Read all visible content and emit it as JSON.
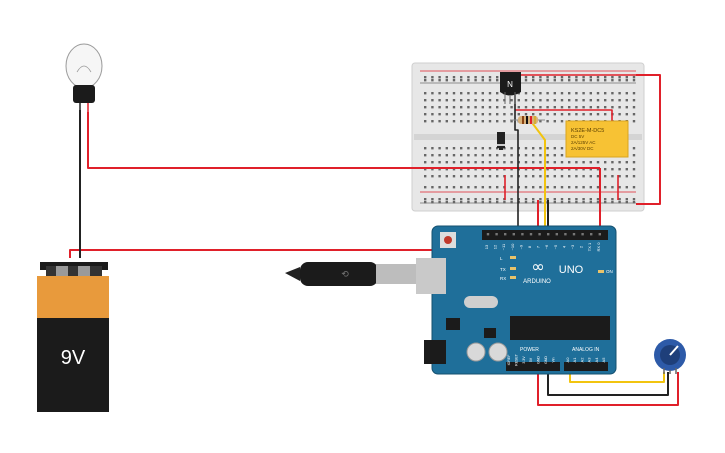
{
  "battery": {
    "label": "9V"
  },
  "transistor": {
    "label": "N"
  },
  "relay": {
    "label_lines": [
      "KS2E-M-DC5",
      "DC 5V",
      "2A/125V AC",
      "2A/30V DC"
    ]
  },
  "arduino": {
    "brand": "ARDUINO",
    "model": "UNO",
    "power_header": "POWER",
    "analog_header": "ANALOG IN",
    "tx_label": "TX",
    "rx_label": "RX",
    "l_label": "L",
    "on_label": "ON",
    "digital_pins": [
      "13",
      "12",
      "~11",
      "~10",
      "~9",
      "8",
      "7",
      "~6",
      "~5",
      "4",
      "~3",
      "2",
      "TX 1",
      "RX 0"
    ],
    "analog_pins": [
      "A0",
      "A1",
      "A2",
      "A3",
      "A4",
      "A5"
    ],
    "power_pins": [
      "IOREF",
      "RESET",
      "3.3V",
      "5V",
      "GND",
      "GND",
      "Vin"
    ]
  },
  "colors": {
    "wire_red": "#e0202a",
    "wire_black": "#222222",
    "wire_yellow": "#f2c40f",
    "arduino_blue": "#1f6f9a",
    "breadboard": "#e6e6e6",
    "relay": "#f7c234",
    "battery_orange": "#e89a3c",
    "pot_blue": "#2d5aa8"
  }
}
